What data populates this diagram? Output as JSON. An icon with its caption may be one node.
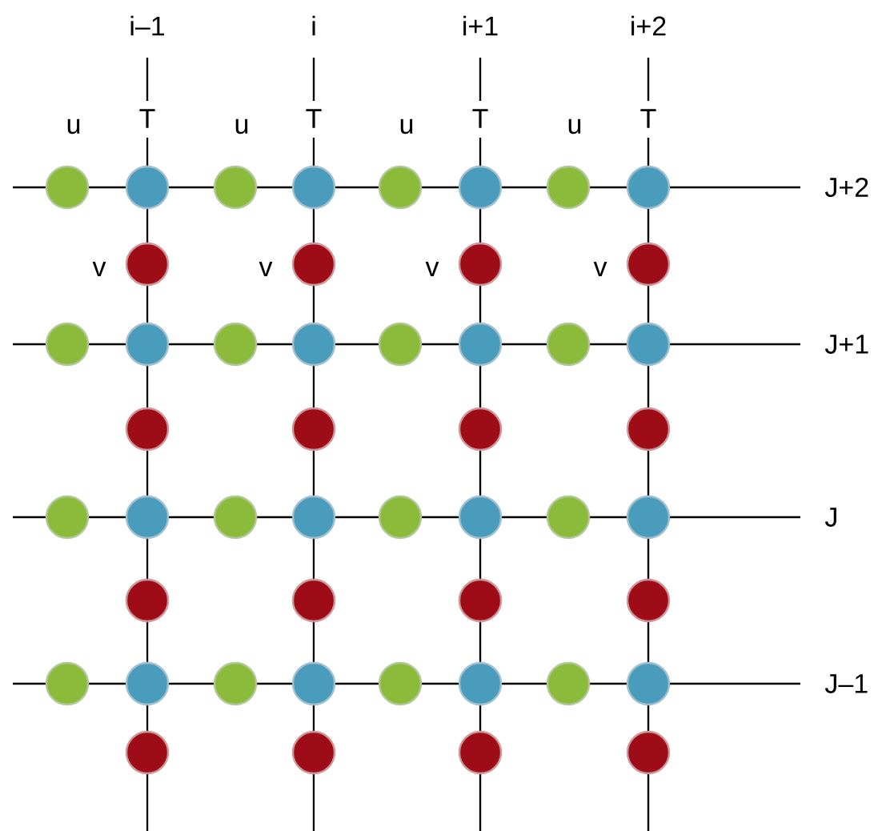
{
  "diagram": {
    "labels": [
      "i–1",
      "i",
      "i+1",
      "i+2",
      "u",
      "T",
      "u",
      "T",
      "u",
      "T",
      "u",
      "T",
      "J+2",
      "v",
      "v",
      "v",
      "v",
      "J+1",
      "J",
      "J–1"
    ]
  }
}
